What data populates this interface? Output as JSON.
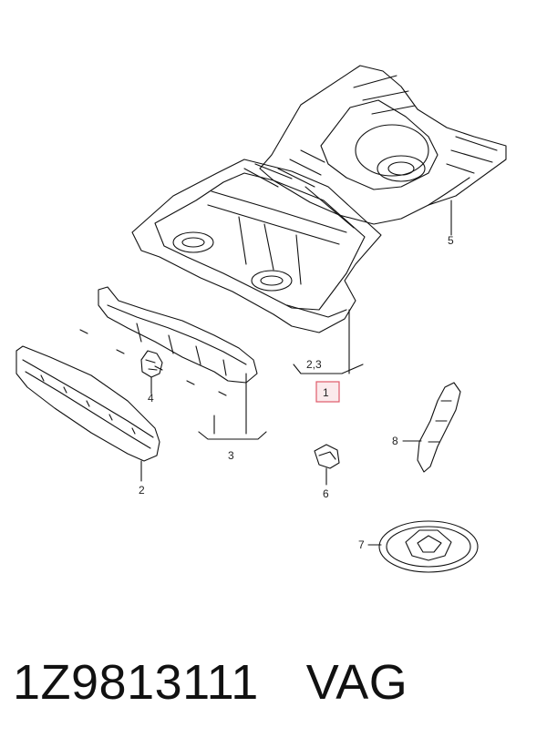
{
  "diagram": {
    "labels": {
      "one": "1",
      "two": "2",
      "two_three": "2,3",
      "three": "3",
      "four": "4",
      "five": "5",
      "six": "6",
      "seven": "7",
      "eight": "8"
    },
    "highlight_color": "#e05a6a"
  },
  "footer": {
    "part_number": "1Z9813111",
    "brand": "VAG"
  }
}
